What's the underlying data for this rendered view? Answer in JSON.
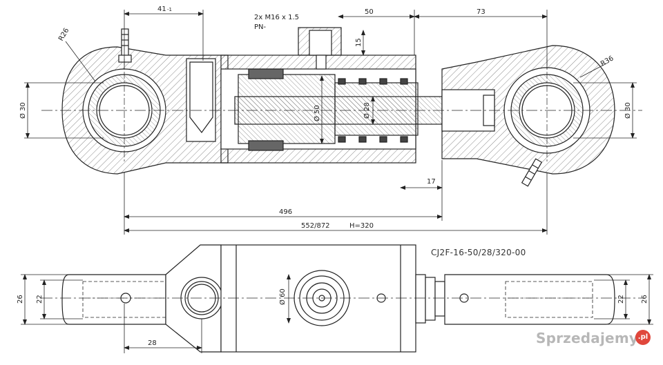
{
  "drawing": {
    "model_code": "CJ2F-16-50/28/320-00",
    "top_view": {
      "dim_41": "41",
      "dim_41_tol": "-1",
      "port_thread": "2x M16 x 1.5",
      "pressure": "PN-",
      "dim_50": "50",
      "dim_73": "73",
      "dim_15": "15",
      "radius_left": "R26",
      "radius_right": "R36",
      "dia_left_pin": "Ø 30",
      "dia_right_pin": "Ø 30",
      "dia_bore": "Ø 50",
      "dia_rod": "Ø 28",
      "dim_17": "17",
      "dim_496": "496",
      "dim_total": "552/872",
      "stroke": "H=320"
    },
    "bottom_view": {
      "dim_26_left": "26",
      "dim_22_left": "22",
      "dia_tube": "Ø 60",
      "dim_22_right": "22",
      "dim_26_right": "26",
      "dim_28": "28"
    }
  },
  "watermark": {
    "text": "Sprzedajemy",
    "logo": ".pl"
  }
}
